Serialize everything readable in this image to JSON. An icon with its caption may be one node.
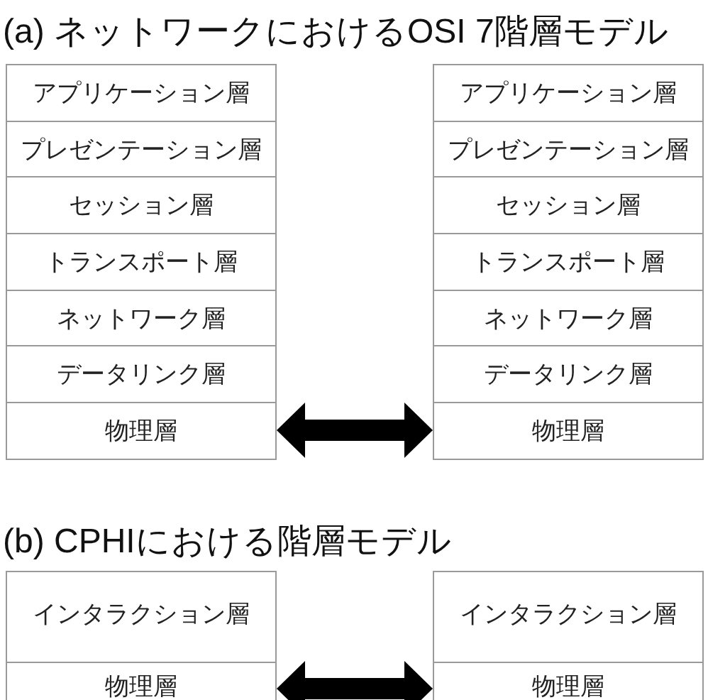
{
  "diagram": {
    "nodes": [
      {
        "text": [
          "アプリケーション層"
        ]
      },
      {
        "text": [
          "プレゼンテーション層"
        ]
      },
      {
        "text": [
          "セッション層"
        ]
      },
      {
        "text": [
          "トランスポート層"
        ]
      },
      {
        "text": [
          "ネットワーク層"
        ]
      },
      {
        "text": [
          "データリンク層"
        ]
      },
      {
        "text": [
          "物理層"
        ]
      },
      {
        "text": [
          "アプリケーション層"
        ]
      },
      {
        "text": [
          "プレゼンテーション層"
        ]
      },
      {
        "text": [
          "セッション層"
        ]
      },
      {
        "text": [
          "トランスポート層"
        ]
      },
      {
        "text": [
          "ネットワーク層"
        ]
      },
      {
        "text": [
          "データリンク層"
        ]
      },
      {
        "text": [
          "物理層"
        ]
      },
      {
        "text": [
          "インタラクション層"
        ]
      },
      {
        "text": [
          "物理層"
        ]
      },
      {
        "text": [
          "インタラクション層"
        ]
      },
      {
        "text": [
          "物理層"
        ]
      }
    ],
    "edges": [
      {
        "from": 6,
        "to": 13,
        "arrow": "both"
      },
      {
        "from": 15,
        "to": 17,
        "arrow": "both"
      }
    ],
    "labels": [
      "(a) ネットワークにおけるOSI 7階層モデル",
      "(b) CPHIにおける階層モデル"
    ]
  }
}
